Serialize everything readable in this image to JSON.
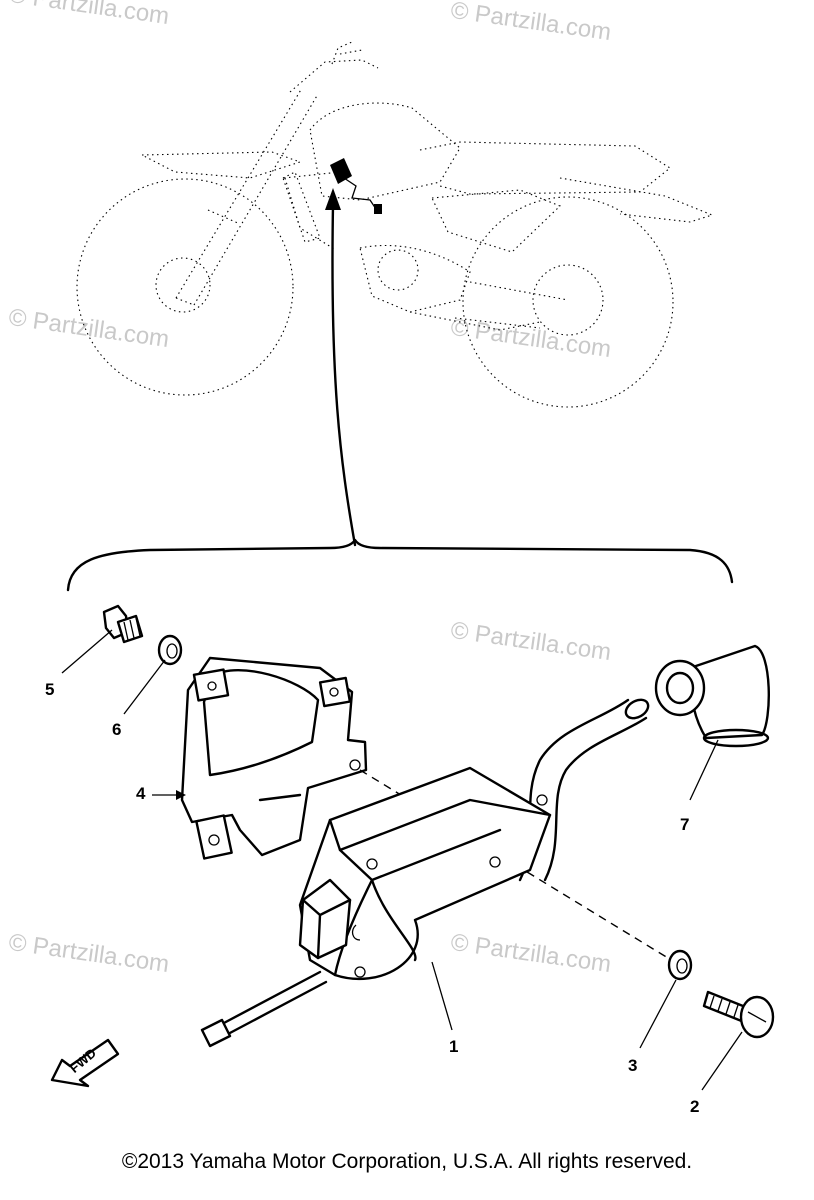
{
  "watermark": "© Partzilla.com",
  "callouts": {
    "c1": "1",
    "c2": "2",
    "c3": "3",
    "c4": "4",
    "c5": "5",
    "c6": "6",
    "c7": "7"
  },
  "fwd_label": "FWD",
  "copyright": "©2013 Yamaha Motor Corporation, U.S.A. All rights reserved."
}
